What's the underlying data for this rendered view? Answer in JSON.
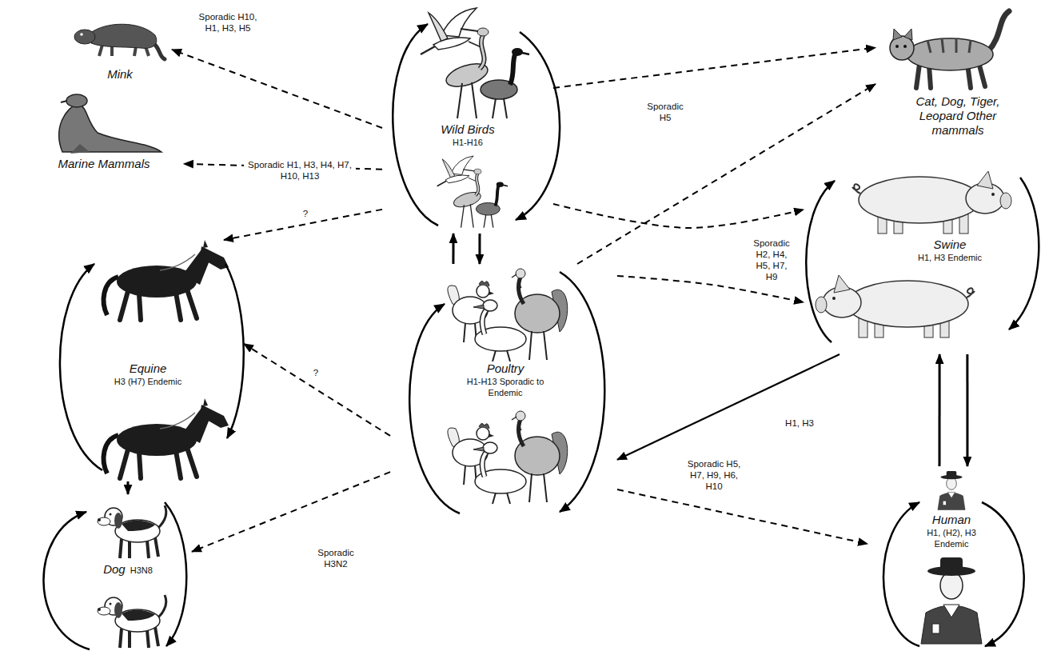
{
  "diagram": {
    "nodes": [
      {
        "text": [
          "Mink"
        ]
      },
      {
        "text": [
          "Wild Birds",
          "H1-H16"
        ]
      },
      {
        "text": [
          "Cat, Dog, Tiger, Leopard Other mammals"
        ]
      },
      {
        "text": [
          "Marine Mammals"
        ]
      },
      {
        "text": [
          "Swine",
          "H1, H3 Endemic"
        ]
      },
      {
        "text": [
          "Equine",
          "H3 (H7) Endemic"
        ]
      },
      {
        "text": [
          "Poultry",
          "H1-H13 Sporadic to Endemic"
        ]
      },
      {
        "text": [
          "Human",
          "H1, (H2), H3 Endemic"
        ]
      },
      {
        "text": [
          "Dog",
          "H3N8"
        ]
      }
    ],
    "edges": [
      {
        "from": 1,
        "to": 0,
        "arrow": "to",
        "label": "Sporadic H10, H1, H3, H5"
      },
      {
        "from": 1,
        "to": 3,
        "arrow": "to",
        "label": "Sporadic H1, H3, H4, H7, H10, H13"
      },
      {
        "from": 1,
        "to": 5,
        "arrow": "to",
        "label": "?"
      },
      {
        "from": 1,
        "to": 2,
        "arrow": "to",
        "label": "Sporadic H5"
      },
      {
        "from": 1,
        "to": 4,
        "arrow": "to"
      },
      {
        "from": 6,
        "to": 1,
        "arrow": "to"
      },
      {
        "from": 1,
        "to": 6,
        "arrow": "to"
      },
      {
        "from": 6,
        "to": 2,
        "arrow": "to"
      },
      {
        "from": 6,
        "to": 4,
        "arrow": "to",
        "label": "Sporadic H2, H4, H5, H7, H9"
      },
      {
        "from": 4,
        "to": 6,
        "arrow": "to",
        "label": "H1, H3"
      },
      {
        "from": 4,
        "to": 7,
        "arrow": "to"
      },
      {
        "from": 7,
        "to": 4,
        "arrow": "to"
      },
      {
        "from": 6,
        "to": 7,
        "arrow": "to",
        "label": "Sporadic H5, H7, H9, H6, H10"
      },
      {
        "from": 6,
        "to": 5,
        "arrow": "to",
        "label": "?"
      },
      {
        "from": 6,
        "to": 8,
        "arrow": "to",
        "label": "Sporadic H3N2"
      },
      {
        "from": 5,
        "to": 8,
        "arrow": "to"
      }
    ]
  }
}
